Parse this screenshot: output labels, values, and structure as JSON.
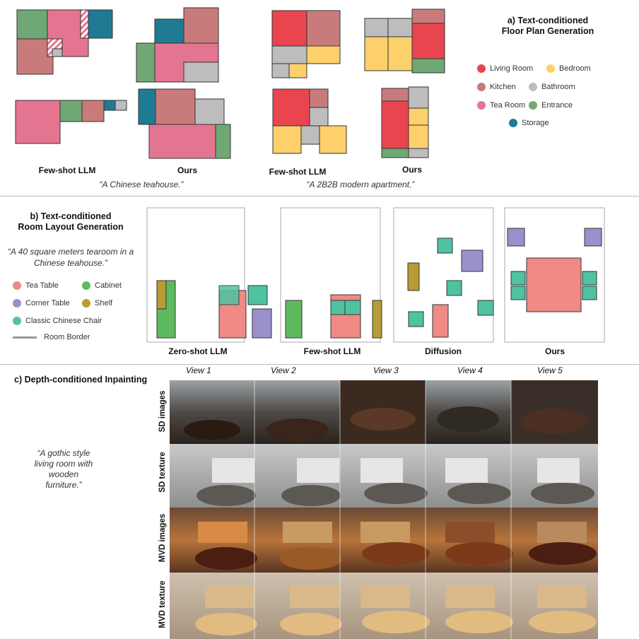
{
  "section_a": {
    "title_line1": "a) Text-conditioned",
    "title_line2": "Floor Plan Generation",
    "col_labels": [
      "Few-shot LLM",
      "Ours",
      "Few-shot LLM",
      "Ours"
    ],
    "captions": [
      "“A Chinese teahouse.”",
      "“A 2B2B modern apartment.”"
    ],
    "legend": [
      {
        "label": "Living Room",
        "color": "#e8454f"
      },
      {
        "label": "Bedroom",
        "color": "#fdd06c"
      },
      {
        "label": "Kitchen",
        "color": "#c97b7b"
      },
      {
        "label": "Bathroom",
        "color": "#bdbdbd"
      },
      {
        "label": "Tea Room",
        "color": "#e47590"
      },
      {
        "label": "Entrance",
        "color": "#6fa875"
      },
      {
        "label": "Storage",
        "color": "#1e7b93"
      }
    ]
  },
  "section_b": {
    "title_line1": "b) Text-conditioned",
    "title_line2": "Room Layout Generation",
    "prompt_line1": "“A 40 square meters tearoom in a",
    "prompt_line2": "Chinese teahouse.”",
    "legend": [
      {
        "label": "Tea Table",
        "color": "#f08a84"
      },
      {
        "label": "Cabinet",
        "color": "#5dbb5e"
      },
      {
        "label": "Corner Table",
        "color": "#9a90cc"
      },
      {
        "label": "Shelf",
        "color": "#b89b35"
      },
      {
        "label": "Classic Chinese Chair",
        "color": "#4fc3a1"
      }
    ],
    "border_label": "Room Border",
    "panel_labels": [
      "Zero-shot LLM",
      "Few-shot LLM",
      "Diffusion",
      "Ours"
    ]
  },
  "section_c": {
    "title": "c) Depth-conditioned Inpainting",
    "prompt_line1": "“A gothic style",
    "prompt_line2": "living room with",
    "prompt_line3": "wooden",
    "prompt_line4": "furniture.”",
    "views": [
      "View 1",
      "View 2",
      "View 3",
      "View 4",
      "View 5"
    ],
    "rows": [
      "SD images",
      "SD texture",
      "MVD images",
      "MVD  texture"
    ]
  }
}
